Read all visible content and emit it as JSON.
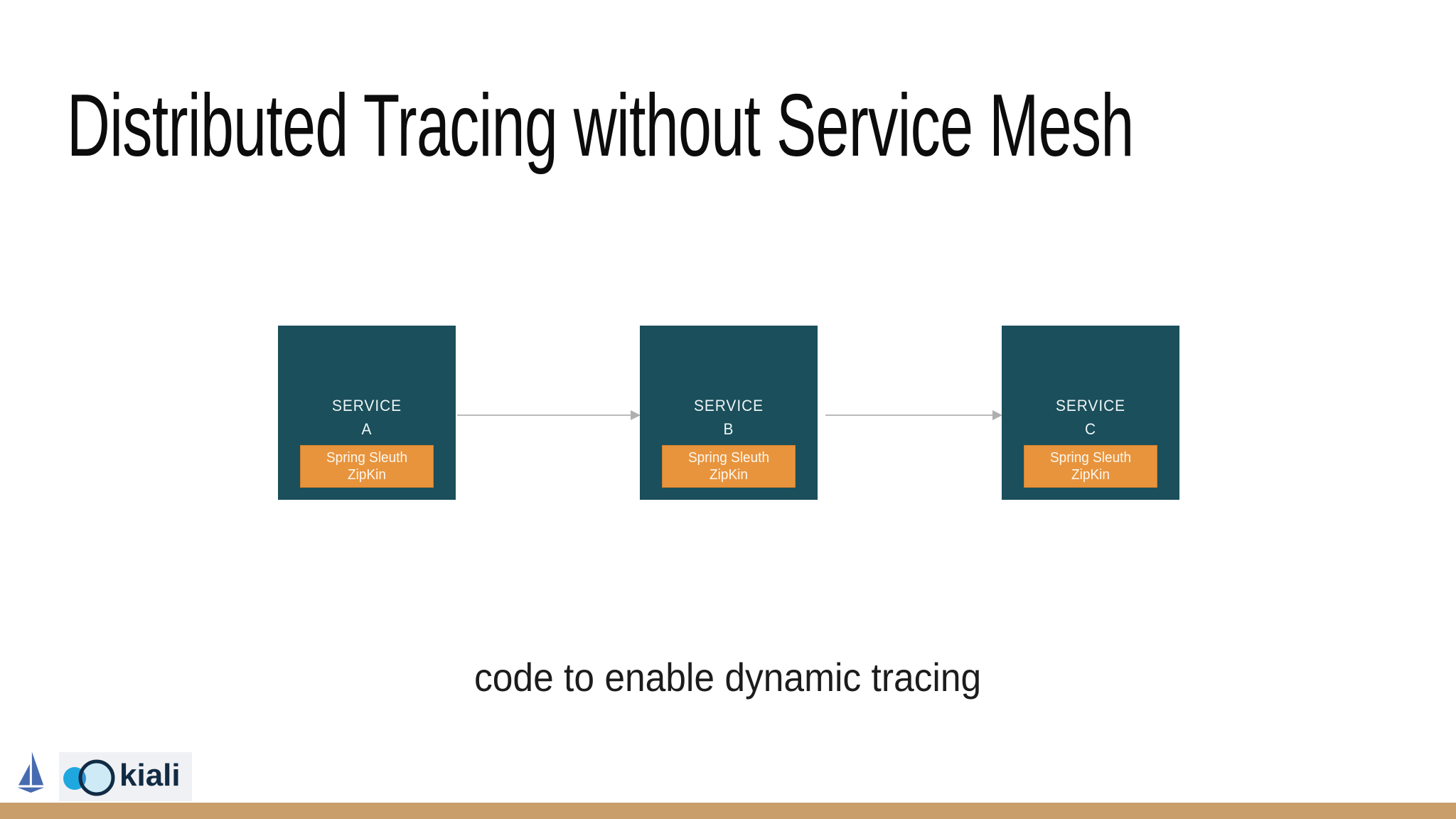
{
  "slide": {
    "title": "Distributed Tracing without Service Mesh",
    "caption": "code to enable dynamic tracing"
  },
  "diagram": {
    "type": "flow",
    "nodes": [
      {
        "label": "SERVICE",
        "letter": "A",
        "badge": [
          "Spring Sleuth",
          "ZipKin"
        ]
      },
      {
        "label": "SERVICE",
        "letter": "B",
        "badge": [
          "Spring Sleuth",
          "ZipKin"
        ]
      },
      {
        "label": "SERVICE",
        "letter": "C",
        "badge": [
          "Spring Sleuth",
          "ZipKin"
        ]
      }
    ],
    "edges": [
      {
        "from": "SERVICE A",
        "to": "SERVICE B"
      },
      {
        "from": "SERVICE B",
        "to": "SERVICE C"
      }
    ],
    "colors": {
      "node_fill": "#1a4f5b",
      "node_text": "#eef5f6",
      "badge_fill": "#e8943d",
      "badge_text": "#fdf7ee",
      "arrow": "#b5b6b8"
    }
  },
  "footer": {
    "kiali_wordmark": "kiali",
    "istio_logo_color": "#466bb0",
    "kiali_navy": "#112b44",
    "kiali_blue": "#1fa8e0",
    "kiali_light_blue": "#cdeaf6",
    "bar_color": "#c99e6b"
  }
}
